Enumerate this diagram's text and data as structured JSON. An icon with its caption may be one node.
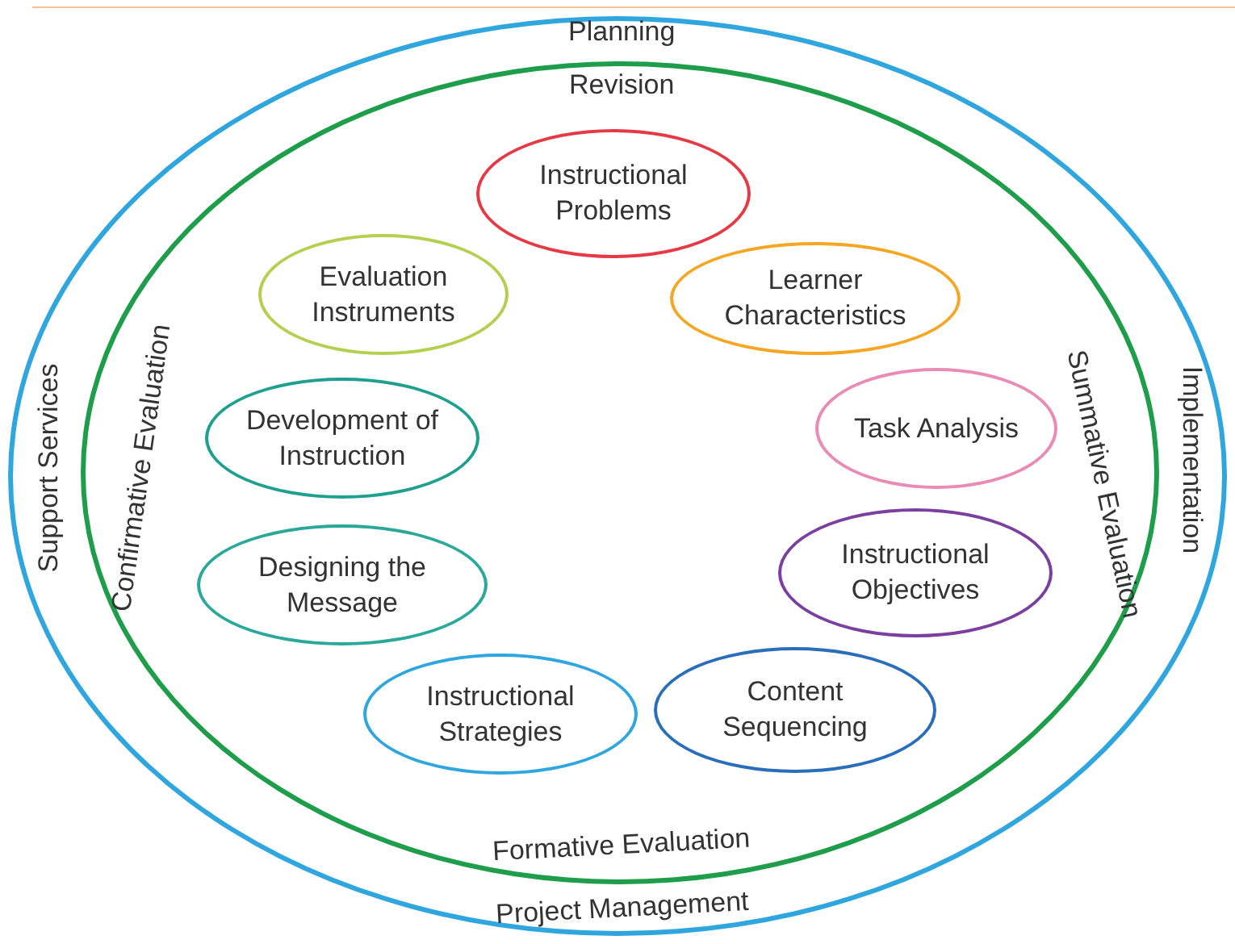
{
  "diagram": {
    "nodes": [
      {
        "text": [
          "Planning",
          "Support Services",
          "Implementation",
          "Project Management"
        ]
      },
      {
        "text": [
          "Revision",
          "Confirmative Evaluation",
          "Summative Evaluation",
          "Formative Evaluation"
        ],
        "in": 0
      },
      {
        "text": [
          "Instructional Problems"
        ],
        "in": 1
      },
      {
        "text": [
          "Learner Characteristics"
        ],
        "in": 1
      },
      {
        "text": [
          "Task Analysis"
        ],
        "in": 1
      },
      {
        "text": [
          "Instructional Objectives"
        ],
        "in": 1
      },
      {
        "text": [
          "Content Sequencing"
        ],
        "in": 1
      },
      {
        "text": [
          "Instructional Strategies"
        ],
        "in": 1
      },
      {
        "text": [
          "Designing the Message"
        ],
        "in": 1
      },
      {
        "text": [
          "Development of Instruction"
        ],
        "in": 1
      },
      {
        "text": [
          "Evaluation Instruments"
        ],
        "in": 1
      }
    ],
    "edges": []
  }
}
